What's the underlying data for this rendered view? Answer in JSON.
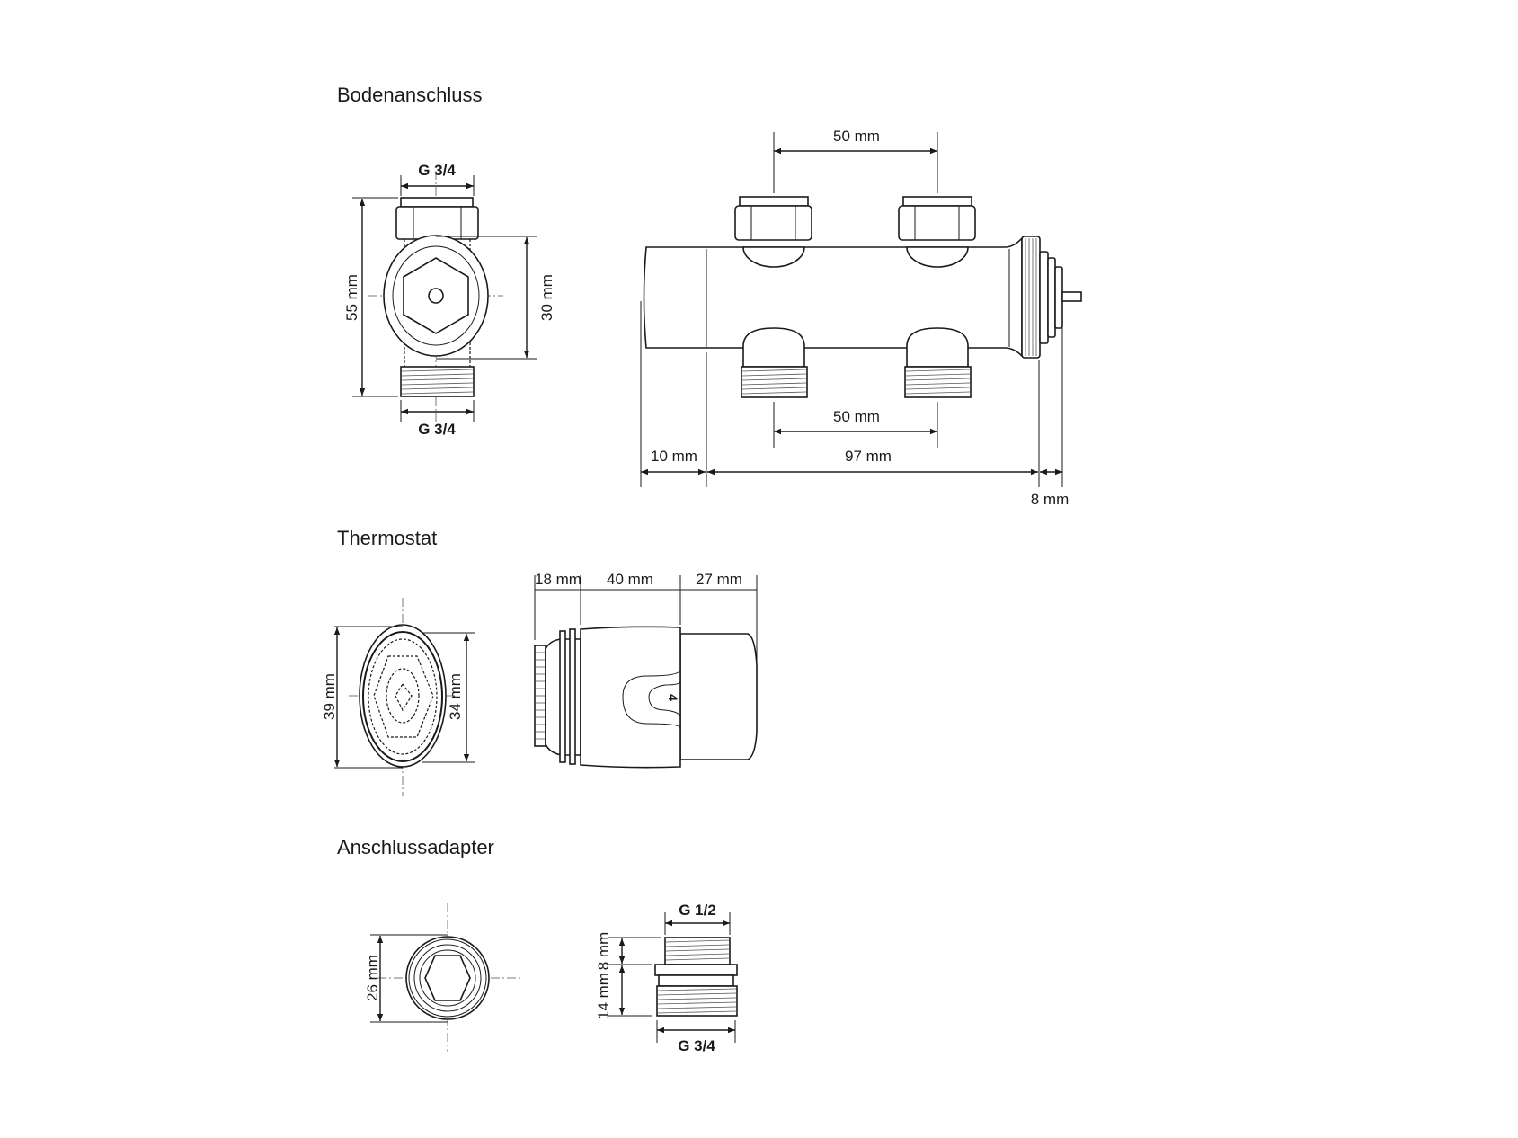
{
  "sections": {
    "floor_connection": {
      "title": "Bodenanschluss",
      "front": {
        "top_thread": "G 3/4",
        "bottom_thread": "G 3/4",
        "height": "55 mm",
        "body_height": "30 mm"
      },
      "side": {
        "top_spacing": "50 mm",
        "bottom_spacing": "50 mm",
        "left_length": "10 mm",
        "body_length": "97 mm",
        "stem_length": "8 mm"
      }
    },
    "thermostat": {
      "title": "Thermostat",
      "front": {
        "outer_diameter": "39 mm",
        "inner_diameter": "34 mm"
      },
      "side": {
        "len_1": "18 mm",
        "len_2": "40 mm",
        "len_3": "27 mm",
        "scale_mark": "4"
      }
    },
    "adapter": {
      "title": "Anschlussadapter",
      "front": {
        "diameter": "26 mm"
      },
      "side": {
        "top_thread": "G 1/2",
        "bottom_thread": "G 3/4",
        "top_height": "8 mm",
        "bottom_height": "14 mm"
      }
    }
  }
}
